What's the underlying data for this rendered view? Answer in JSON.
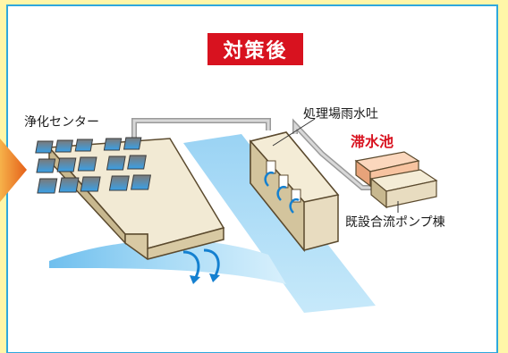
{
  "title": "対策後",
  "labels": {
    "purification_center": "浄化センター",
    "rainwater_outlet": "処理場雨水吐",
    "retention_pond": "滞水池",
    "pump_station": "既設合流ポンプ棟"
  },
  "colors": {
    "frame_border": "#2ea8dd",
    "outer_background": "#fff6a8",
    "title_badge": "#d8121f",
    "water": "#9fd4f3",
    "arrow_orange": "#f08a18",
    "flow_arrow": "#1480d0",
    "building": "#e8dcc0",
    "retention_pond": "#f7c3a0"
  },
  "icons": [
    "right-pointer-arrow",
    "water-discharge-arrow"
  ]
}
